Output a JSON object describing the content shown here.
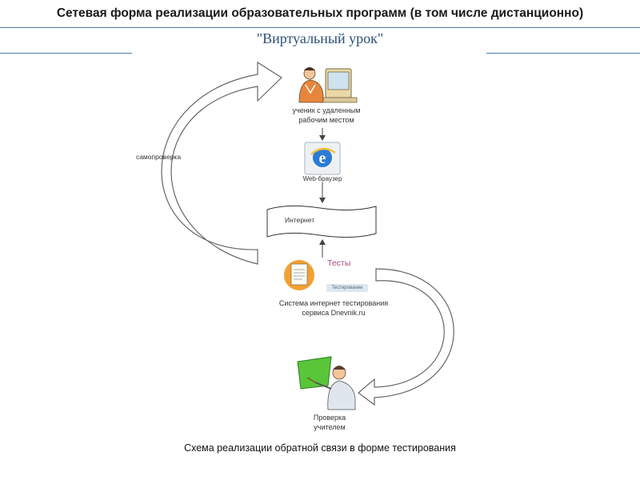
{
  "header": {
    "title": "Сетевая форма реализации образовательных программ (в том числе дистанционно)",
    "subtitle": "\"Виртуальный урок\""
  },
  "diagram": {
    "student_label": "ученик с удаленным рабочим местом",
    "browser_label": "Web-браузер",
    "internet_label": "Интернет",
    "tests_title": "Тесты",
    "tests_badge": "Тестирование",
    "system_label": "Система интернет тестирования сервиса Dnevnik.ru",
    "self_check_label": "самопроверка",
    "teacher_label": "Проверка учителем"
  },
  "caption": "Схема реализации обратной связи в форме тестирования",
  "colors": {
    "accent_line": "#4a78a8",
    "subtitle": "#2a4f7a",
    "tests_title": "#b0457a",
    "board_green": "#59c63a",
    "notepad_orange": "#f3a030"
  }
}
